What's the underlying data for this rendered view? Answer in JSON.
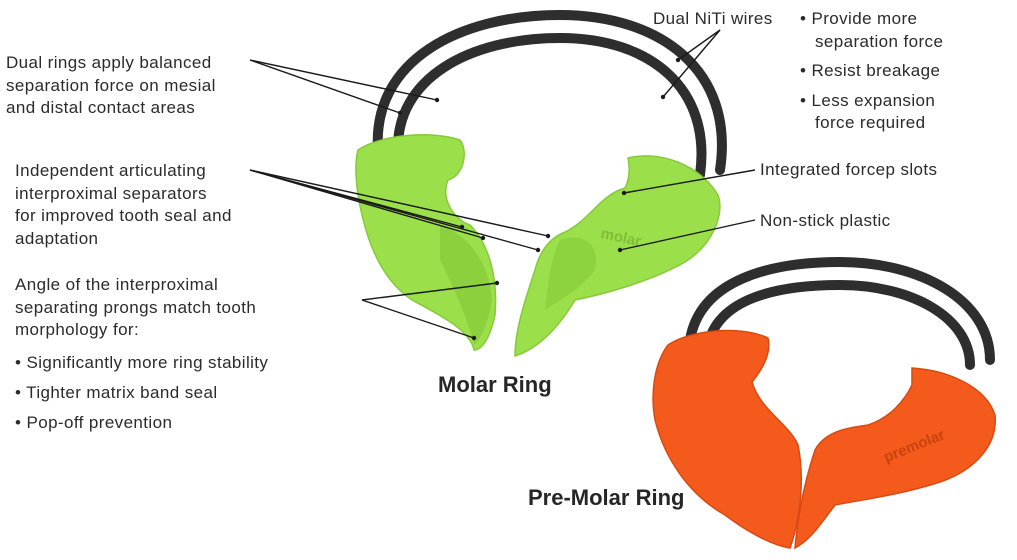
{
  "callouts": {
    "dual_rings": [
      "Dual rings apply balanced",
      "separation force on mesial",
      "and distal contact areas"
    ],
    "separators": [
      "Independent articulating",
      "interproximal separators",
      "for improved tooth seal and",
      "adaptation"
    ],
    "angle_intro": [
      "Angle of the interproximal",
      "separating prongs match tooth",
      "morphology for:"
    ],
    "angle_bullets": [
      "Significantly more ring stability",
      "Tighter matrix band seal",
      "Pop-off prevention"
    ],
    "niti": "Dual NiTi wires",
    "niti_bullets": [
      [
        "Provide more",
        "separation force"
      ],
      [
        "Resist breakage"
      ],
      [
        "Less expansion",
        "force required"
      ]
    ],
    "forcep": "Integrated forcep slots",
    "nonstick": "Non-stick plastic"
  },
  "products": {
    "molar": {
      "title": "Molar Ring",
      "imprint": "molar",
      "color": "#9be04a"
    },
    "premolar": {
      "title": "Pre-Molar Ring",
      "imprint": "premolar",
      "color": "#f45a1c"
    }
  },
  "colors": {
    "wire": "#2e2e2e",
    "text": "#2b2b2b",
    "leader": "#1a1a1a"
  }
}
